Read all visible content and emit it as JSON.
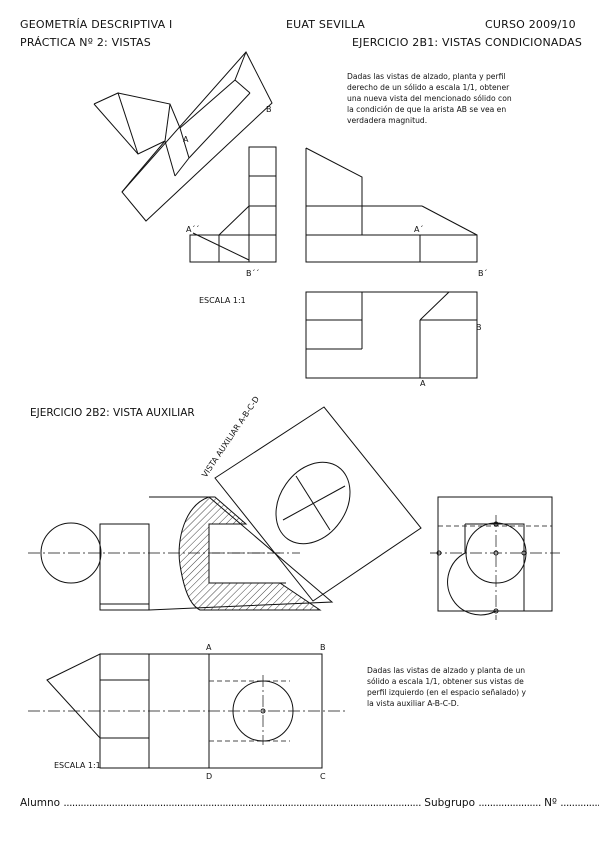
{
  "header": {
    "course_title": "GEOMETRÍA DESCRIPTIVA I",
    "practice": "PRÁCTICA Nº 2: VISTAS",
    "school": "EUAT SEVILLA",
    "year": "CURSO 2009/10",
    "exercise1": "EJERCICIO 2B1: VISTAS CONDICIONADAS"
  },
  "exercise1": {
    "statement": [
      "Dadas las vistas de alzado, planta y perfil",
      "derecho de un sólido a escala 1/1, obtener",
      "una nueva vista del mencionado sólido con",
      "la condición de que la arista AB se vea en",
      "verdadera magnitud."
    ],
    "scale": "ESCALA 1:1",
    "points": {
      "a_top": "A",
      "b_top": "B",
      "a_side": "A´´",
      "b_side": "B´´",
      "a_front": "A´",
      "b_front": "B´",
      "b_plan": "B",
      "a_plan": "A"
    }
  },
  "exercise2": {
    "title": "EJERCICIO 2B2: VISTA AUXILIAR",
    "aux_label": "VISTA AUXILIAR A-B-C-D",
    "statement": [
      "Dadas las vistas de alzado y planta de un",
      "sólido a escala 1/1, obtener sus vistas de",
      "perfil izquierdo (en el espacio señalado) y",
      "la vista auxiliar A-B-C-D."
    ],
    "scale": "ESCALA 1:1",
    "points": {
      "a": "A",
      "b": "B",
      "c": "C",
      "d": "D"
    }
  },
  "footer": {
    "student": "Alumno",
    "subgroup": "Subgrupo",
    "number": "Nº"
  }
}
